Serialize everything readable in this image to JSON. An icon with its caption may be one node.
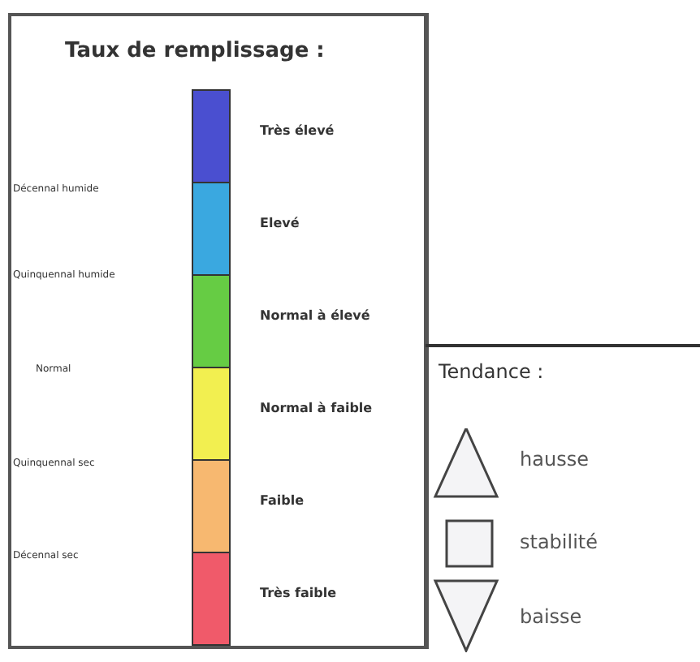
{
  "diagram": {
    "labels": [
      "Taux de remplissage :",
      "Décennal humide",
      "Quinquennal humide",
      "Normal",
      "Quinquennal sec",
      "Décennal sec",
      "Tendance :"
    ],
    "legend": [
      {
        "text": "Très élevé",
        "color": "#4a4fd0"
      },
      {
        "text": "Elevé",
        "color": "#3aa8e0"
      },
      {
        "text": "Normal à élevé",
        "color": "#66cc44"
      },
      {
        "text": "Normal à faible",
        "color": "#f2ef50"
      },
      {
        "text": "Faible",
        "color": "#f7b870"
      },
      {
        "text": "Très faible",
        "color": "#f05a6a"
      },
      {
        "text": "hausse"
      },
      {
        "text": "stabilité"
      },
      {
        "text": "baisse"
      }
    ]
  }
}
